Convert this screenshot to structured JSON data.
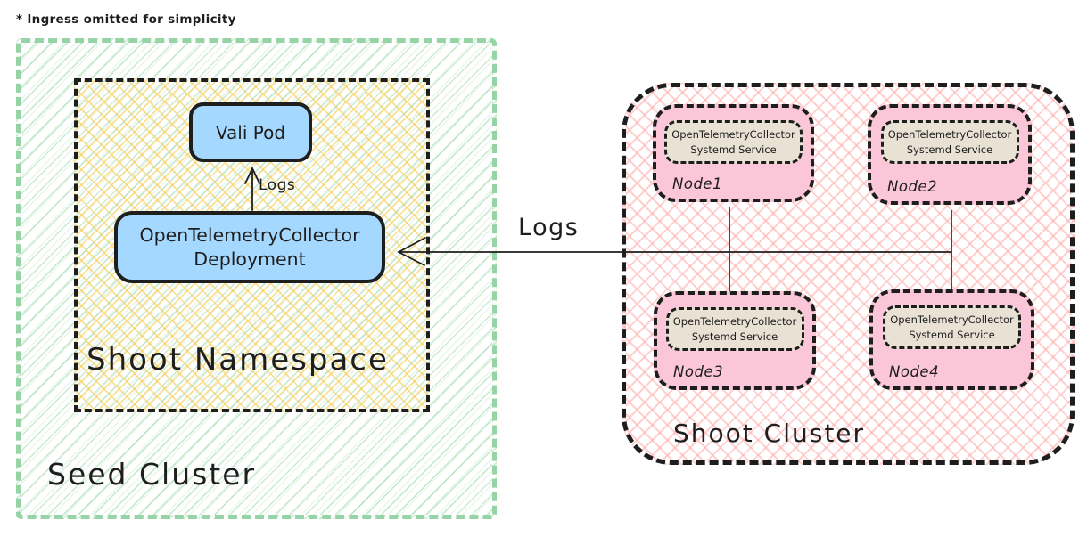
{
  "note": "* Ingress omitted for simplicity",
  "colors": {
    "stroke": "#1e1e1e",
    "box_blue": "#a5d8ff",
    "node_pink": "#fbc6d8",
    "service_beige": "#e9e2d4",
    "seed_green_border": "#96d4a6",
    "yellow_hatch": "#f7cb4b",
    "pink_hatch": "#ffaaaa"
  },
  "seed_cluster": {
    "label": "Seed Cluster",
    "namespace": {
      "label": "Shoot Namespace",
      "vali_pod_label": "Vali Pod",
      "deployment_label": "OpenTelemetryCollector\nDeployment",
      "internal_arrow_label": "Logs"
    }
  },
  "shoot_cluster": {
    "label": "Shoot Cluster",
    "nodes": [
      {
        "name": "Node1",
        "service_label": "OpenTelemetryCollector\nSystemd Service"
      },
      {
        "name": "Node2",
        "service_label": "OpenTelemetryCollector\nSystemd Service"
      },
      {
        "name": "Node3",
        "service_label": "OpenTelemetryCollector\nSystemd Service"
      },
      {
        "name": "Node4",
        "service_label": "OpenTelemetryCollector\nSystemd Service"
      }
    ]
  },
  "main_arrow_label": "Logs"
}
